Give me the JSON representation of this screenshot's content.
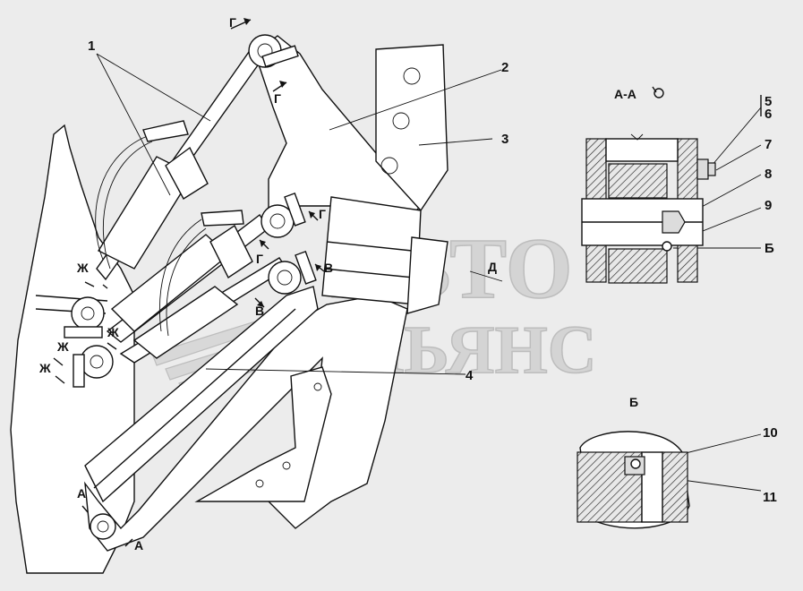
{
  "watermark": {
    "line1": "АВТО",
    "line2": "АЛЬЯНС"
  },
  "callouts": {
    "c1": "1",
    "c2": "2",
    "c3": "3",
    "c4": "4",
    "c56_top": "5",
    "c56_bottom": "6",
    "c7": "7",
    "c8": "8",
    "c9": "9",
    "c10": "10",
    "c11": "11"
  },
  "section_labels": {
    "view_aa": "А-А",
    "view_b_callout": "Б",
    "view_b_title": "Б"
  },
  "markers": {
    "g_top": "Г",
    "g_top2": "Г",
    "g_mid": "Г",
    "g_left": "Г",
    "v_right": "В",
    "v_left": "В",
    "d": "Д",
    "zh1": "Ж",
    "zh2": "Ж",
    "zh3": "Ж",
    "zh4": "Ж",
    "a_left": "А",
    "a_bottom": "А"
  }
}
